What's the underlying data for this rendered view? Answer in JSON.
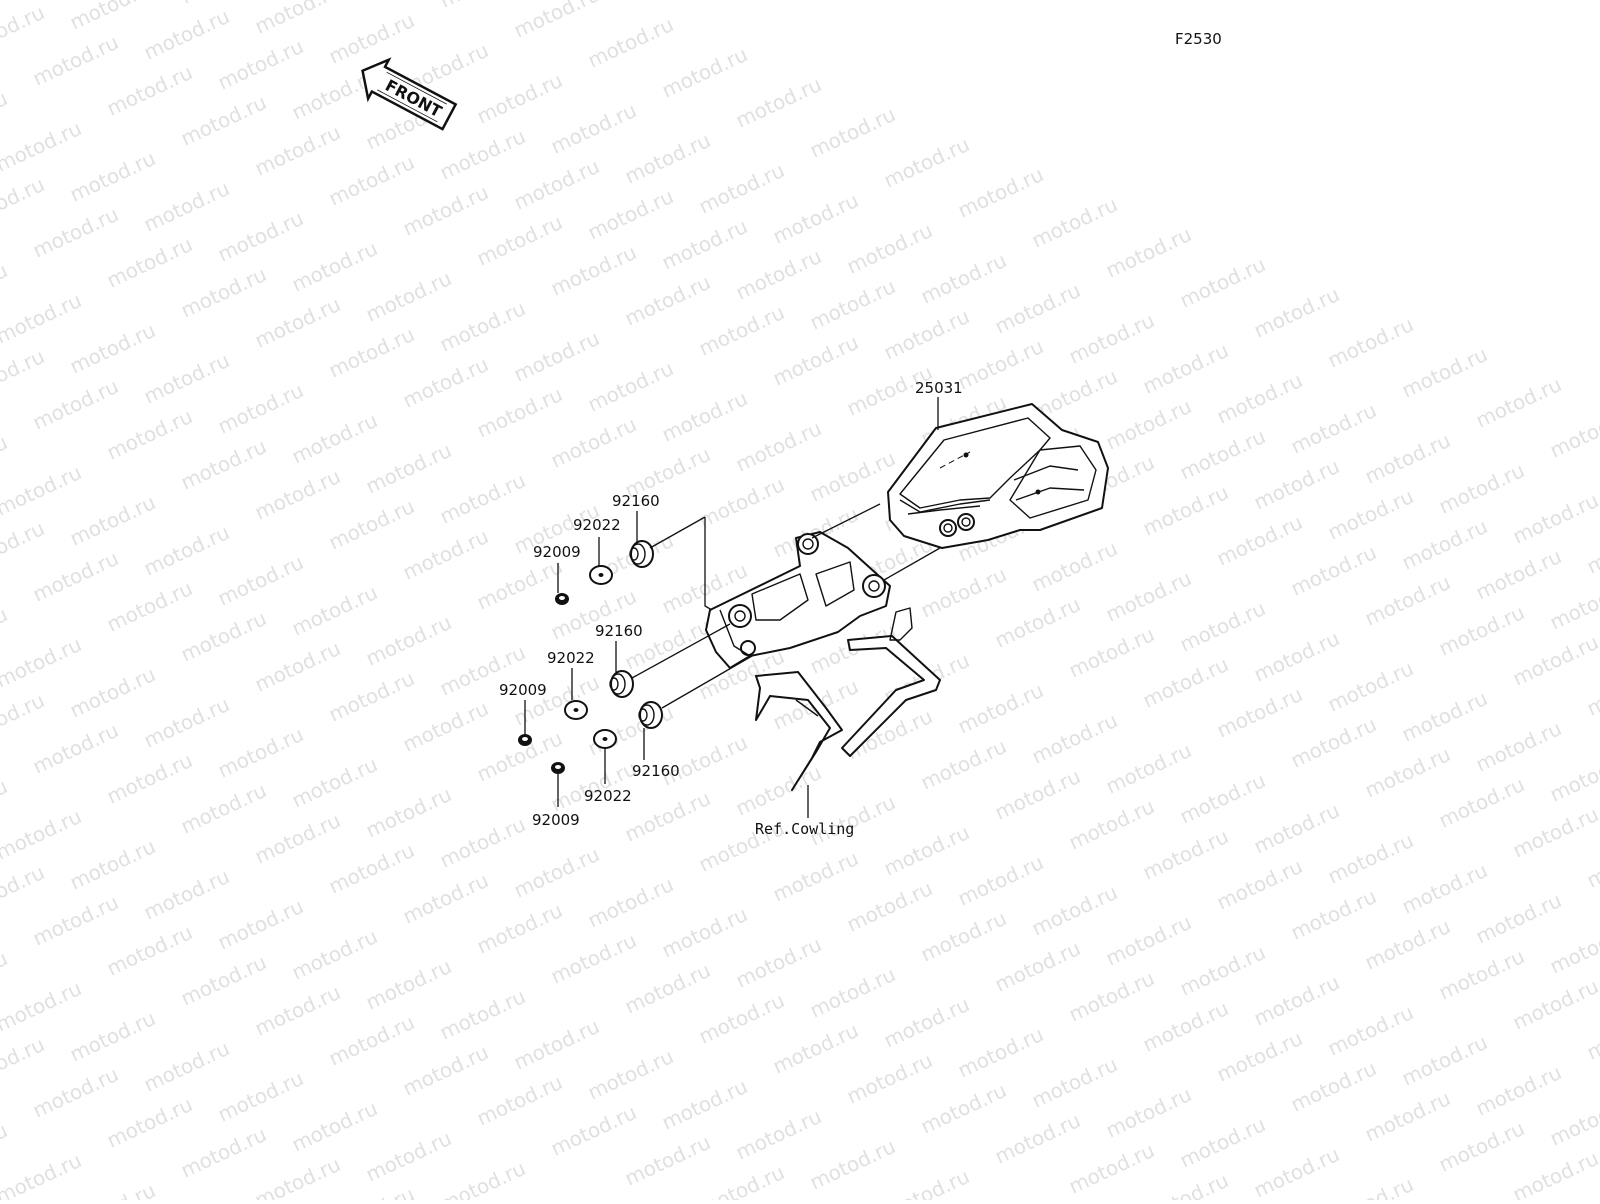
{
  "diagram": {
    "code": "F2530",
    "front_arrow_text": "FRONT",
    "watermark_text": "motod.ru",
    "reference_label": "Ref.Cowling",
    "callouts": [
      {
        "id": "c-25031",
        "text": "25031"
      },
      {
        "id": "c-92160-a",
        "text": "92160"
      },
      {
        "id": "c-92022-a",
        "text": "92022"
      },
      {
        "id": "c-92009-a",
        "text": "92009"
      },
      {
        "id": "c-92160-b",
        "text": "92160"
      },
      {
        "id": "c-92022-b",
        "text": "92022"
      },
      {
        "id": "c-92009-b",
        "text": "92009"
      },
      {
        "id": "c-92160-c",
        "text": "92160"
      },
      {
        "id": "c-92022-c",
        "text": "92022"
      },
      {
        "id": "c-92009-c",
        "text": "92009"
      }
    ]
  }
}
